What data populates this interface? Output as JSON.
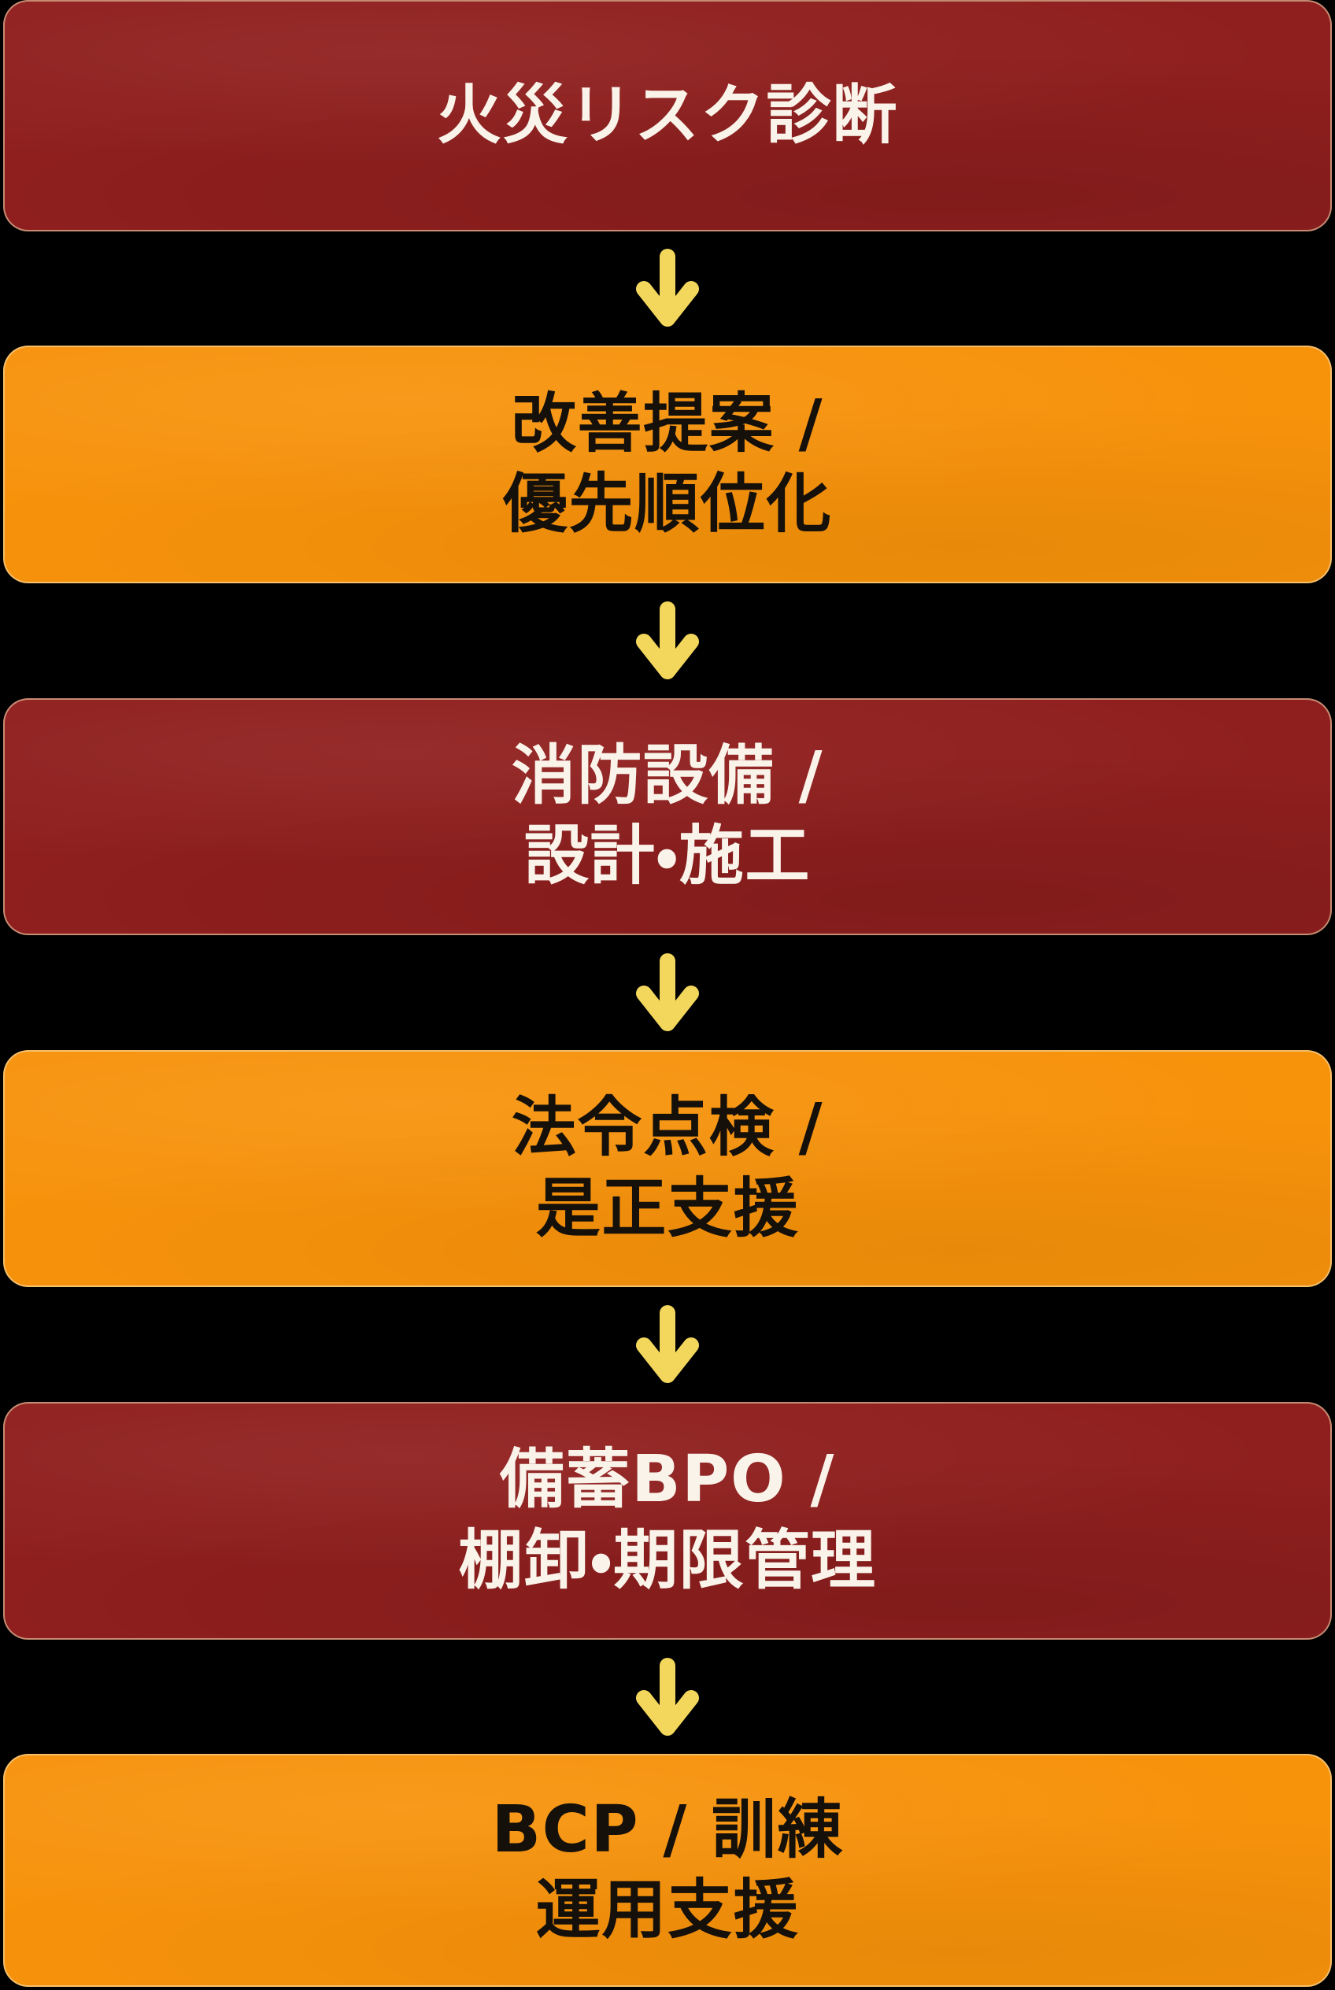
{
  "colors": {
    "background": "#000000",
    "box_dark_red": "#8F1F1E",
    "box_orange": "#F7920B",
    "arrow_yellow": "#F2D75C",
    "text_on_red": "#FAF3EA",
    "text_on_orange": "#15100A",
    "edge_outline_cream": "#F6E3B8"
  },
  "flow": {
    "type": "vertical-flowchart",
    "steps": [
      {
        "id": "fire-risk-diagnosis",
        "variant": "red",
        "label": "火災リスク診断",
        "lines": [
          "火災リスク診断"
        ]
      },
      {
        "id": "improvement-proposal-prioritization",
        "variant": "orange",
        "label": "改善提案 / 優先順位化",
        "lines": [
          "改善提案 /",
          "優先順位化"
        ]
      },
      {
        "id": "fire-equipment-design-construction",
        "variant": "red",
        "label": "消防設備 / 設計・施工",
        "lines": [
          "消防設備 /",
          "設計・施工"
        ]
      },
      {
        "id": "legal-inspection-correction-support",
        "variant": "orange",
        "label": "法令点検 / 是正支援",
        "lines": [
          "法令点検 /",
          "是正支援"
        ]
      },
      {
        "id": "stockpile-bpo-inventory-expiry",
        "variant": "red",
        "label": "備蓄BPO / 棚卸・期限管理",
        "lines": [
          "備蓄BPO /",
          "棚卸・期限管理"
        ]
      },
      {
        "id": "bcp-training-operation-support",
        "variant": "orange",
        "label": "BCP / 訓練 運用支援",
        "lines": [
          "BCP / 訓練",
          "運用支援"
        ]
      }
    ],
    "connector": {
      "icon": "down-arrow",
      "count": 5,
      "color": "#F2D75C"
    }
  }
}
